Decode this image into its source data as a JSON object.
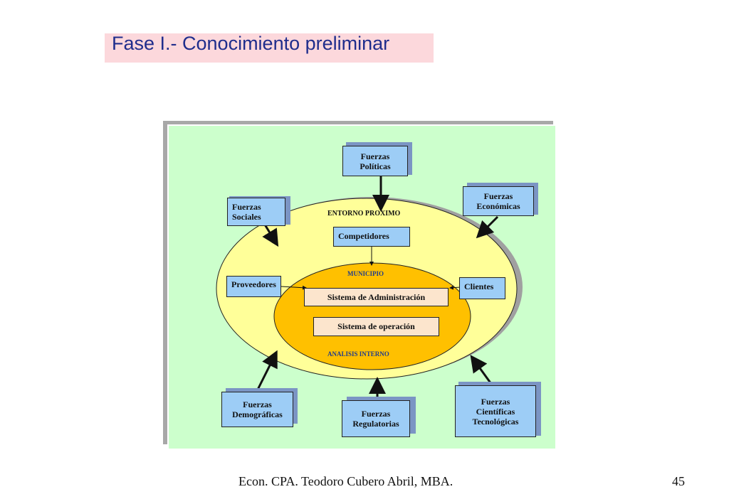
{
  "title": "Fase I.- Conocimiento preliminar",
  "diagram": {
    "forces": {
      "politicas": [
        "Fuerzas",
        "Políticas"
      ],
      "sociales": [
        "Fuerzas",
        "Sociales"
      ],
      "economicas": [
        "Fuerzas",
        "Económicas"
      ],
      "demograficas": [
        "Fuerzas",
        "Demográficas"
      ],
      "regulatorias": [
        "Fuerzas",
        "Regulatorias"
      ],
      "cientificas": [
        "Fuerzas",
        "Científicas",
        "Tecnológicas"
      ]
    },
    "entorno_label": "ENTORNO  PROXIMO",
    "competidores": "Competidores",
    "proveedores": "Proveedores",
    "clientes": "Clientes",
    "municipio_label": "MUNICIPIO",
    "sistema_admin": "Sistema de Administración",
    "sistema_operacion": "Sistema de operación",
    "analisis_label": "ANALISIS INTERNO",
    "colors": {
      "panel": "#ccffcc",
      "outer_ellipse": "#ffff99",
      "inner_ellipse": "#ffc000",
      "force_box": "#9dcdf6",
      "inner_box": "#fce5cd",
      "label_blue": "#1f3c8c"
    }
  },
  "footer": {
    "author": "Econ. CPA. Teodoro Cubero Abril, MBA.",
    "page_number": "45"
  }
}
